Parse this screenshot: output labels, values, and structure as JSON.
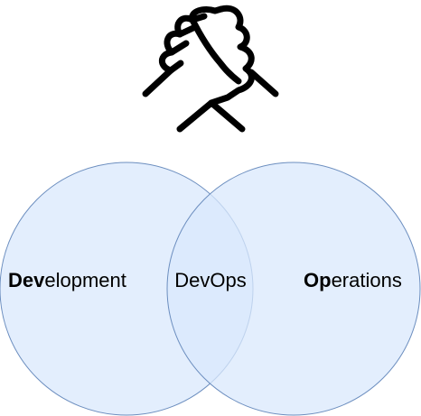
{
  "diagram": {
    "icon": "arm-wrestling-handshake-icon",
    "colors": {
      "circle_fill": "#dae8fc",
      "circle_stroke": "#6c8ebf",
      "icon": "#000000",
      "text": "#000000"
    },
    "left_circle": {
      "label_bold": "Dev",
      "label_rest": "elopment"
    },
    "intersection": {
      "label": "DevOps"
    },
    "right_circle": {
      "label_bold": "Op",
      "label_rest": "erations"
    }
  }
}
